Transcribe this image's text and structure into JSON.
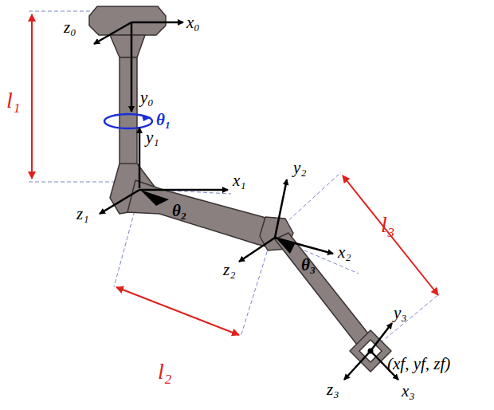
{
  "diagram": {
    "labels": [
      "x₀",
      "z₀",
      "y₀",
      "l₁",
      "θ₁",
      "y₁",
      "x₁",
      "z₁",
      "θ₂",
      "y₂",
      "l₃",
      "z₂",
      "θ₃",
      "x₂",
      "l₂",
      "y₃",
      "(xf, yf, zf)",
      "z₃",
      "x₃"
    ]
  }
}
